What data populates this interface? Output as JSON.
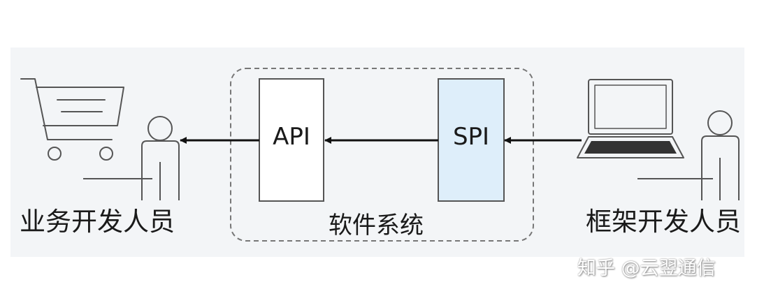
{
  "labels": {
    "business_dev": "业务开发人员",
    "software_system": "软件系统",
    "framework_dev": "框架开发人员",
    "api": "API",
    "spi": "SPI"
  },
  "watermark": "知乎 @云翌通信",
  "icons": {
    "cart": "shopping-cart-icon",
    "person": "person-icon",
    "laptop": "laptop-icon"
  },
  "colors": {
    "panel_bg": "#f3f5f7",
    "spi_fill": "#deeefa",
    "api_fill": "#ffffff",
    "stroke": "#555555",
    "arrow": "#111111",
    "dashed_border": "#777777"
  }
}
